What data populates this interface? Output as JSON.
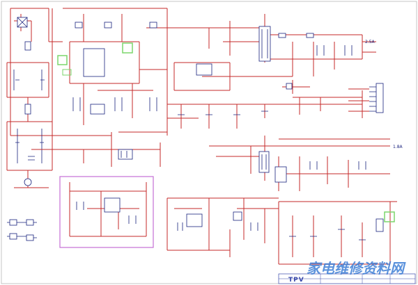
{
  "diagram": {
    "net_labels": {
      "rail_1": "2.5A",
      "rail_2": "1.8A"
    },
    "footer": {
      "brand": "TPV"
    },
    "watermark": "家电维修资料网",
    "highlight_colors": {
      "wire": "#c62828",
      "component": "#1a237e",
      "green_box": "#7bd66b",
      "violet_box": "#c46fd6"
    }
  }
}
